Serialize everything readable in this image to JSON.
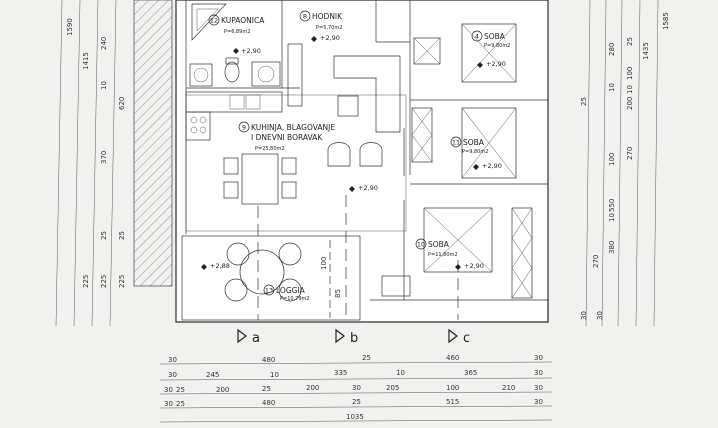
{
  "rooms": [
    {
      "num": "12",
      "name": "KUPAONICA",
      "area": "P=6,89m2",
      "level": "+2,90"
    },
    {
      "num": "8",
      "name": "HODNIK",
      "area": "P=5,70m2",
      "level": "+2,90"
    },
    {
      "num": "4",
      "name": "SOBA",
      "area": "P=9,80m2",
      "level": "+2,90"
    },
    {
      "num": "9",
      "name_line1": "KUHINJA, BLAGOVANJE",
      "name_line2": "I DNEVNI BORAVAK",
      "area": "P=25,80m2",
      "level": "+2,90"
    },
    {
      "num": "11",
      "name": "SOBA",
      "area": "P=9,80m2",
      "level": "+2,90"
    },
    {
      "num": "10",
      "name": "SOBA",
      "area": "P=11,80m2",
      "level": "+2,90"
    },
    {
      "num": "13",
      "name": "LOGGIA",
      "area": "P=10,79m2",
      "level": "+2,88"
    }
  ],
  "sections": [
    "a",
    "b",
    "c"
  ],
  "inner_dims": [
    "100",
    "85"
  ],
  "left_dims": {
    "outer": [
      "1590"
    ],
    "chain1": [
      "1415",
      "225"
    ],
    "chain2": [
      "240",
      "10",
      "370",
      "25",
      "225"
    ],
    "chain3": [
      "620",
      "25",
      "225"
    ]
  },
  "right_dims": {
    "outer": [
      "1585"
    ],
    "chain1": [
      "1435"
    ],
    "chain2": [
      "280",
      "10",
      "550",
      "10",
      "380"
    ],
    "chain3": [
      "25",
      "100",
      "10",
      "200",
      "270",
      "100",
      "270"
    ],
    "end": [
      "30",
      "30"
    ]
  },
  "bottom_dims": {
    "row1": [
      "30",
      "480",
      "25",
      "460",
      "30"
    ],
    "row2": [
      "30",
      "245",
      "10",
      "335",
      "10",
      "365",
      "30"
    ],
    "row3": [
      "30",
      "25",
      "200",
      "25",
      "200",
      "30",
      "205",
      "100",
      "210",
      "30"
    ],
    "row4": [
      "30",
      "25",
      "480",
      "25",
      "515",
      "30"
    ],
    "row5": [
      "1035"
    ]
  }
}
